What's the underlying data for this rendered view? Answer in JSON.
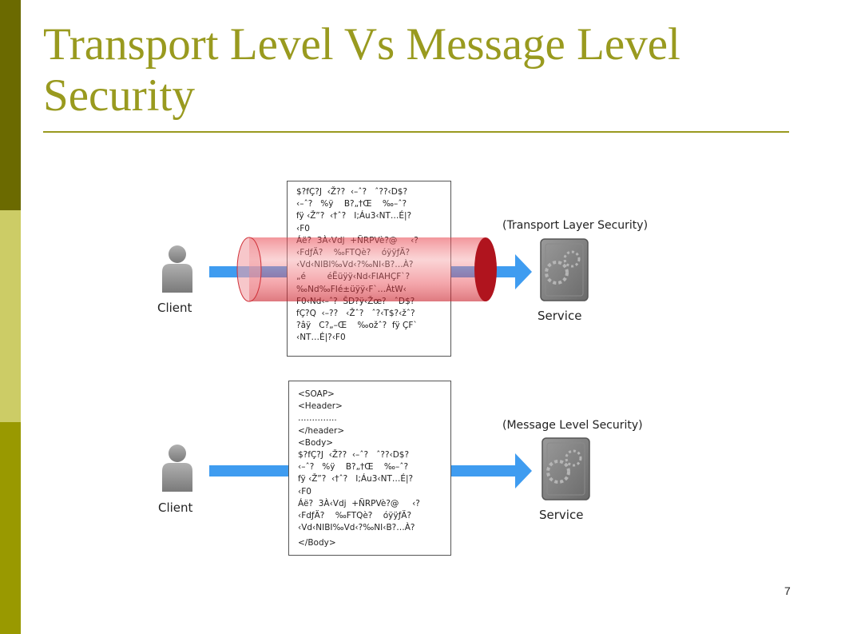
{
  "slide": {
    "title": "Transport Level Vs  Message Level Security",
    "page_number": "7"
  },
  "transport": {
    "client_label": "Client",
    "service_label": "Service",
    "security_label": "(Transport Layer Security)",
    "encrypted_lines": [
      "$?fÇ?J  ‹Ž??  ‹–ˆ?   ˆ??‹D$?",
      "‹–ˆ?   %ÿ    B?„†Œ    ‰–ˆ?",
      "fÿ ‹Ž”?  ‹†ˆ?   I;Áu3‹NT…É|?",
      "‹F0",
      "Áë?  3À‹Vdj  +ÑRPVè?@     ‹?",
      "‹FdƒÄ?    ‰FTQè?    óÿÿƒÄ?",
      "‹Vd‹NIBI‰Vd‹?‰NI‹B?…À?",
      "„é        éËüÿÿ‹Nd‹FIAHÇF`?",
      "‰Nd‰FIé±üÿÿ‹F`…ÀtW‹",
      "F0‹Nd‹–ˆ?  ŠD?ÿ‹Žœ?   ˆD$?",
      "fÇ?Q  ‹–??   ‹Žˆ?   ˆ?‹T$?‹žˆ?",
      "?âÿ   C?„–Œ    ‰ožˆ?  fÿ ÇF`",
      "‹NT…É|?‹F0"
    ]
  },
  "message": {
    "client_label": "Client",
    "service_label": "Service",
    "security_label": "(Message Level Security)",
    "soap_lines": [
      "<SOAP>",
      "<Header>",
      "…………..",
      "</header>",
      "<Body>",
      "$?fÇ?J  ‹Ž??  ‹–ˆ?   ˆ??‹D$?",
      "‹–ˆ?   %ÿ    B?„†Œ    ‰–ˆ?",
      "fÿ ‹Ž”?  ‹†ˆ?   I;Áu3‹NT…É|?",
      "‹F0",
      "Áë?  3À‹Vdj  +ÑRPVè?@     ‹?",
      "‹FdƒÄ?    ‰FTQè?    óÿÿƒÄ?",
      "‹Vd‹NIBI‰Vd‹?‰NI‹B?…À?",
      "</Body>"
    ]
  },
  "colors": {
    "title": "#999a1f",
    "arrow": "#3f9cf0",
    "tube": "#e8404a",
    "sidebar_top": "#6b6a00",
    "sidebar_mid": "#cccc66",
    "sidebar_bottom": "#999900"
  },
  "icons": [
    "person-icon",
    "server-gear-icon",
    "arrow-right-icon",
    "encryption-tunnel"
  ]
}
